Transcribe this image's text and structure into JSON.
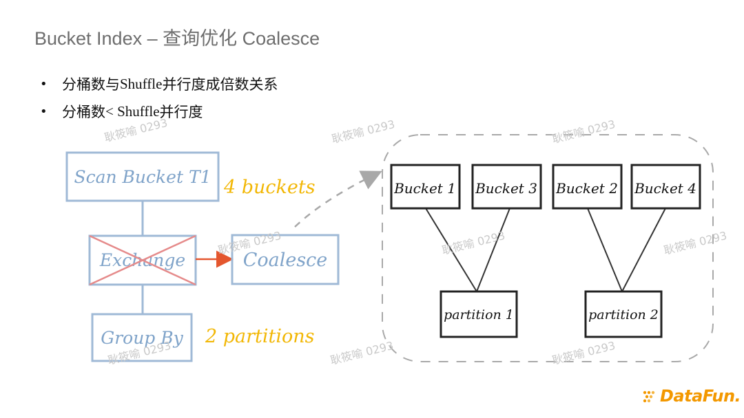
{
  "title": "Bucket Index – 查询优化 Coalesce",
  "bullets": [
    {
      "pre": "分桶数与 ",
      "serif": "Shuffle",
      "post": " 并行度成倍数关系"
    },
    {
      "pre": "分桶数 ",
      "serif": "< Shuffle",
      "post": " 并行度"
    }
  ],
  "watermark": "耿筱喻 0293",
  "diagram": {
    "left": {
      "scan": "Scan Bucket T1",
      "scan_note": "4 buckets",
      "exchange": "Exchange",
      "coalesce": "Coalesce",
      "group": "Group By",
      "group_note": "2 partitions"
    },
    "right": {
      "buckets": [
        "Bucket 1",
        "Bucket 3",
        "Bucket 2",
        "Bucket 4"
      ],
      "partitions": [
        "partition 1",
        "partition 2"
      ]
    }
  },
  "colors": {
    "blue_box": "#9fb9d6",
    "blue_text": "#7fa3c9",
    "note": "#f2b705",
    "cross": "#e58a8a",
    "arrow": "#e4562e",
    "dashed": "#a8a8a8",
    "logo": "#f39800"
  },
  "logo": {
    "text": "DataFun."
  }
}
